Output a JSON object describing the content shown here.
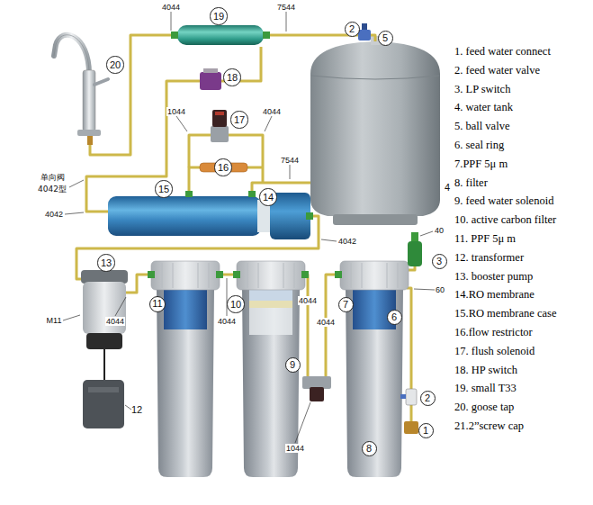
{
  "diagram": {
    "nodes": [
      {
        "text": [
          "19"
        ]
      },
      {
        "text": [
          "2"
        ]
      },
      {
        "text": [
          "5"
        ]
      },
      {
        "text": [
          "20"
        ]
      },
      {
        "text": [
          "18"
        ]
      },
      {
        "text": [
          "17"
        ]
      },
      {
        "text": [
          "16"
        ]
      },
      {
        "text": [
          "15"
        ]
      },
      {
        "text": [
          "14"
        ]
      },
      {
        "text": [
          "3"
        ]
      },
      {
        "text": [
          "13"
        ]
      },
      {
        "text": [
          "11"
        ]
      },
      {
        "text": [
          "10"
        ]
      },
      {
        "text": [
          "7"
        ]
      },
      {
        "text": [
          "6"
        ]
      },
      {
        "text": [
          "9"
        ]
      },
      {
        "text": [
          "2"
        ]
      },
      {
        "text": [
          "1"
        ]
      },
      {
        "text": [
          "8"
        ]
      }
    ],
    "labels": [
      "4044",
      "7544",
      "1044",
      "4044",
      "7544",
      "单向阀 4042型",
      "4042",
      "4",
      "4042",
      "40",
      "M11",
      "4044",
      "4044",
      "4044",
      "4044",
      "60",
      "12",
      "1044",
      "1. feed water connect",
      "2. feed water valve",
      "3. LP switch",
      "4. water tank",
      "5. ball valve",
      "6. seal ring",
      "7.PPF 5μ m",
      "8. filter",
      "9. feed water solenoid",
      "10. active carbon filter",
      "11. PPF 5μ m",
      "12. transformer",
      "13. booster pump",
      "14.RO membrane",
      "15.RO membrane case",
      "16.flow restrictor",
      "17. flush solenoid",
      "18. HP switch",
      "19. small T33",
      "20. goose tap",
      "21.2”screw cap"
    ]
  }
}
